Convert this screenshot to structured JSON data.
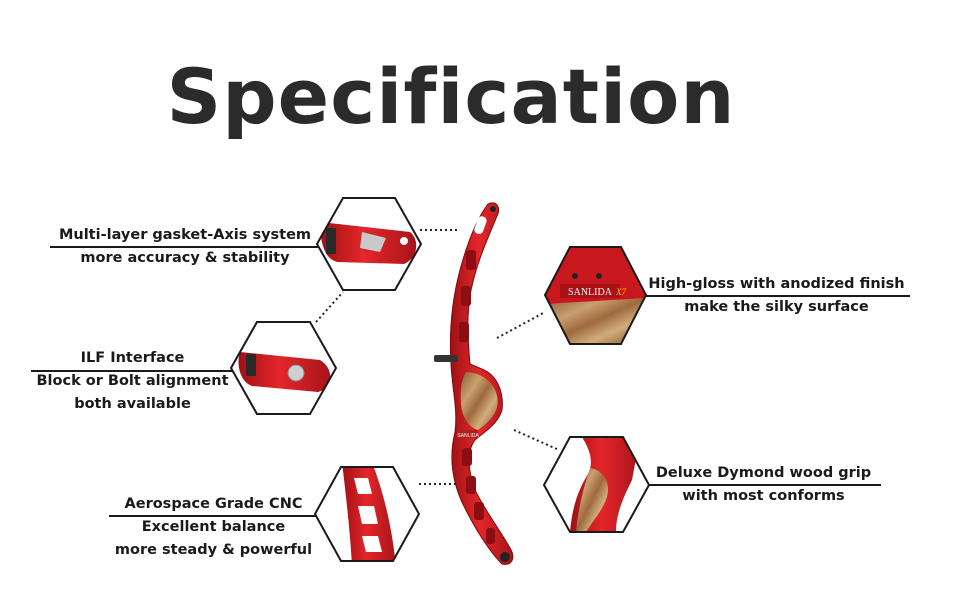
{
  "title": "Specification",
  "brand": "SANLIDA",
  "model": "X7",
  "callouts": {
    "gasket": {
      "line1": "Multi-layer gasket-Axis system",
      "line2": "more accuracy & stability"
    },
    "ilf": {
      "line1": "ILF Interface",
      "line2": "Block or Bolt alignment",
      "line3": "both available"
    },
    "cnc": {
      "line1": "Aerospace Grade CNC",
      "line2": "Excellent balance",
      "line3": "more steady & powerful"
    },
    "gloss": {
      "line1": "High-gloss with anodized finish",
      "line2": "make the silky surface"
    },
    "grip": {
      "line1": "Deluxe Dymond wood grip",
      "line2": "with most conforms"
    }
  },
  "colors": {
    "riser_red": "#d41f23",
    "wood": "#b8875a",
    "ink": "#1a1a1a"
  }
}
